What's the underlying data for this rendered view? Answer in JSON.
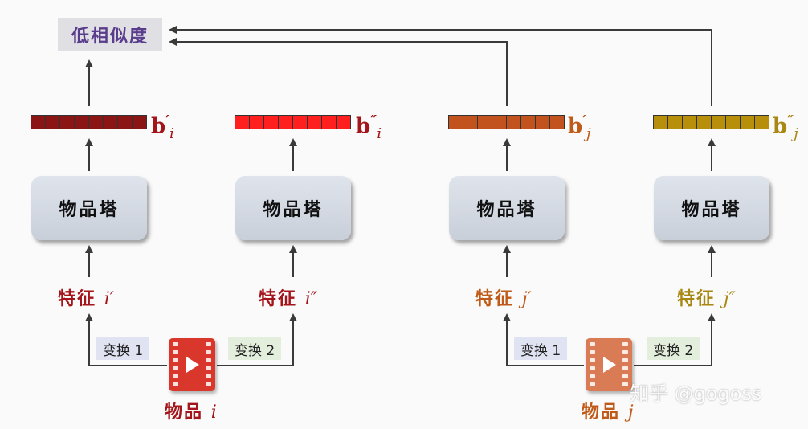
{
  "result_label": "低相似度",
  "tower_label": "物品塔",
  "feature_prefix": "特征",
  "transform_1": "变换 1",
  "transform_2": "变换 2",
  "item_prefix": "物品",
  "watermark": "知乎 @gogoss",
  "colors": {
    "vec_i1": "#8b1414",
    "vec_i2": "#ff1f1f",
    "vec_j1": "#c2531e",
    "vec_j2": "#b88f0b",
    "text_i": "#a3151a",
    "text_j1": "#c05a18",
    "text_j2": "#a88712",
    "item_j_text": "#c05a18",
    "arrow": "#3a3a3a"
  },
  "columns": [
    {
      "id": "i1",
      "vector_label": "b",
      "vector_sup": "′",
      "vector_sub": "i",
      "feature_var": "i′"
    },
    {
      "id": "i2",
      "vector_label": "b",
      "vector_sup": "″",
      "vector_sub": "i",
      "feature_var": "i″"
    },
    {
      "id": "j1",
      "vector_label": "b",
      "vector_sup": "′",
      "vector_sub": "j",
      "feature_var": "j′"
    },
    {
      "id": "j2",
      "vector_label": "b",
      "vector_sup": "″",
      "vector_sub": "j",
      "feature_var": "j″"
    }
  ],
  "items": [
    {
      "id": "i",
      "var": "i"
    },
    {
      "id": "j",
      "var": "j"
    }
  ]
}
